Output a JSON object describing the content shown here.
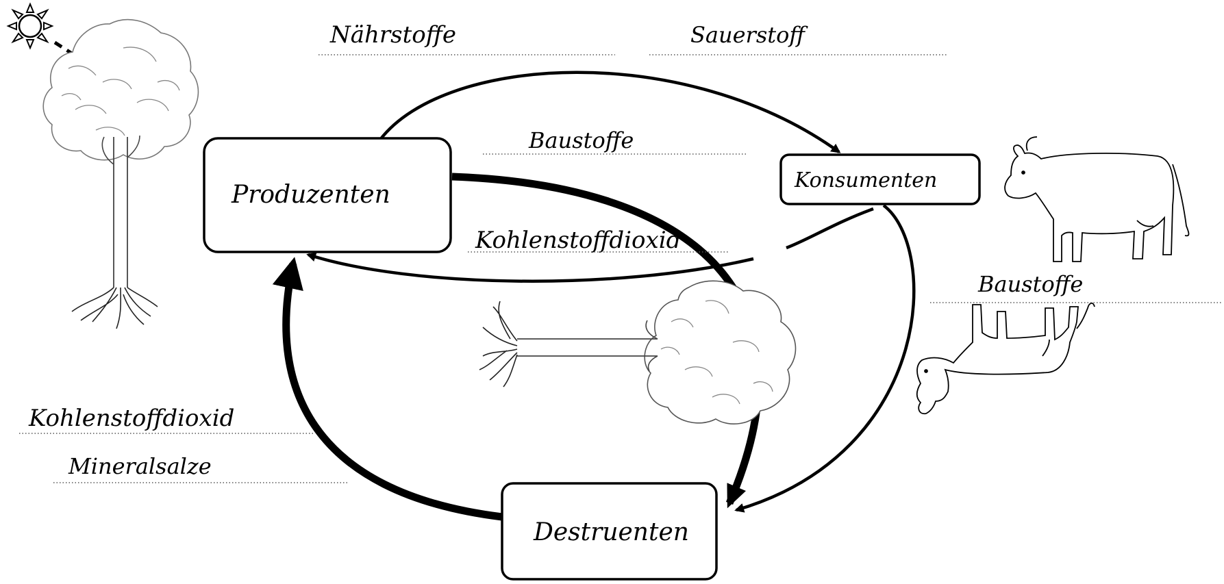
{
  "boxes": {
    "produzenten": "Produzenten",
    "konsumenten": "Konsumenten",
    "destruenten": "Destruenten"
  },
  "labels": {
    "naehrstoffe": "Nährstoffe",
    "sauerstoff": "Sauerstoff",
    "baustoffe_top": "Baustoffe",
    "kohlenstoffdioxid_mid": "Kohlenstoffdioxid",
    "baustoffe_right": "Baustoffe",
    "kohlenstoffdioxid_left": "Kohlenstoffdioxid",
    "mineralsalze": "Mineralsalze"
  },
  "colors": {
    "ink": "#000000",
    "paper": "#ffffff",
    "guide_line": "#555555"
  },
  "icons": [
    "sun-icon",
    "tree-icon",
    "fallen-tree-icon",
    "cow-icon",
    "dead-cow-icon"
  ]
}
